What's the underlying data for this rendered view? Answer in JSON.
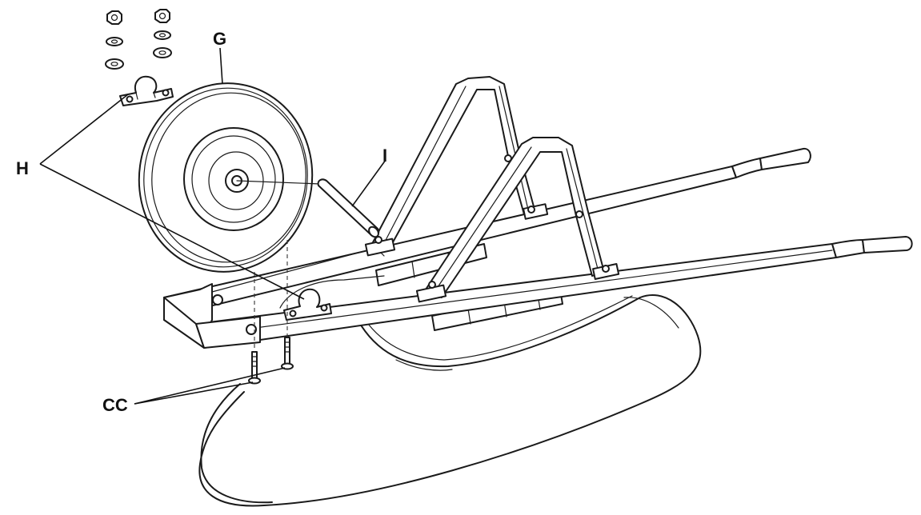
{
  "diagram": {
    "callouts": {
      "g": "G",
      "h": "H",
      "i": "I",
      "cc": "CC"
    },
    "colors": {
      "line": "#1a1a1a",
      "background": "#ffffff"
    }
  }
}
